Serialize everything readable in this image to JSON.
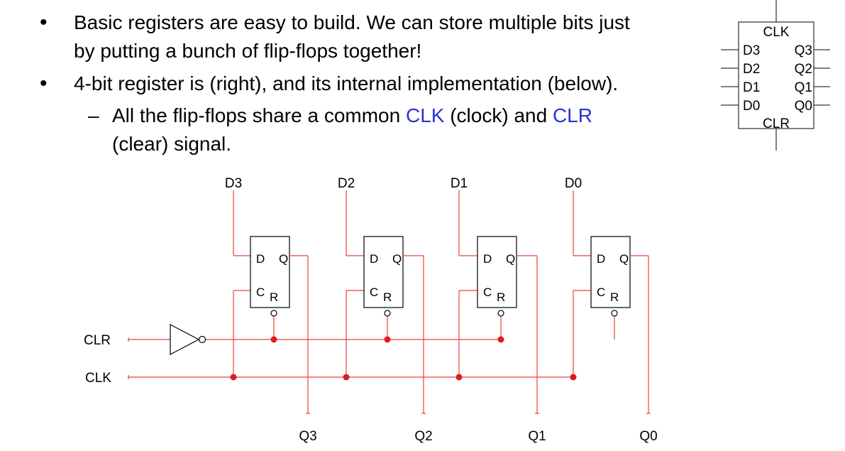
{
  "bullets": {
    "b1_line1": "Basic registers are easy to build. We can store multiple bits just",
    "b1_line2": "by putting a bunch of flip-flops together!",
    "b2": "4-bit register is (right), and its internal implementation (below).",
    "sub_pre": "All the flip-flops share a common ",
    "sub_clk": "CLK",
    "sub_mid1": " (clock) and ",
    "sub_clr": "CLR",
    "sub_line2": "(clear) signal.",
    "bullet_glyph": "•",
    "dash_glyph": "–"
  },
  "register_symbol": {
    "clk": "CLK",
    "clr": "CLR",
    "inputs": [
      "D3",
      "D2",
      "D1",
      "D0"
    ],
    "outputs": [
      "Q3",
      "Q2",
      "Q1",
      "Q0"
    ]
  },
  "circuit": {
    "inputs": [
      "D3",
      "D2",
      "D1",
      "D0"
    ],
    "outputs": [
      "Q3",
      "Q2",
      "Q1",
      "Q0"
    ],
    "clr_label": "CLR",
    "clk_label": "CLK",
    "ff_d": "D",
    "ff_q": "Q",
    "ff_c": "C",
    "ff_r": "R"
  },
  "colors": {
    "wire": "#e8413a",
    "junction": "#e01b1b",
    "highlight": "#2b32d6",
    "outline": "#000000"
  }
}
